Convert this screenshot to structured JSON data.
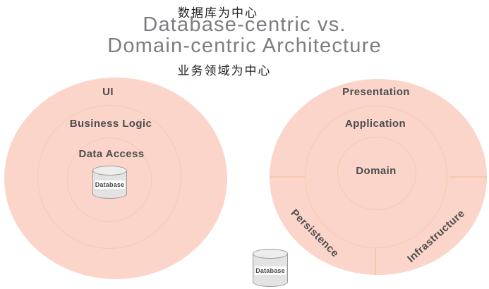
{
  "header": {
    "cn_database_centric": "数据库为中心",
    "title_line1": "Database-centric vs.",
    "title_line2": "Domain-centric Architecture",
    "cn_domain_centric": "业务领域为中心"
  },
  "database_centric_diagram": {
    "outer_ring_label": "UI",
    "middle_ring_label": "Business Logic",
    "inner_ring_label": "Data Access",
    "database_label": "Database"
  },
  "domain_centric_diagram": {
    "outer_ring_top_label": "Presentation",
    "middle_ring_label": "Application",
    "center_label": "Domain",
    "outer_ring_bottom_left_label": "Persistence",
    "outer_ring_bottom_right_label": "Infrastructure",
    "database_label": "Database"
  },
  "colors": {
    "circle_fill": "#fbd5ca",
    "ring_line": "#f7c9ad",
    "ring_label_text": "#4d4d4d",
    "title_text": "#7b7d80",
    "cn_text": "#1f1f1f",
    "cylinder_fill": "#e3e3e3",
    "cylinder_border": "#9b9b9b"
  }
}
